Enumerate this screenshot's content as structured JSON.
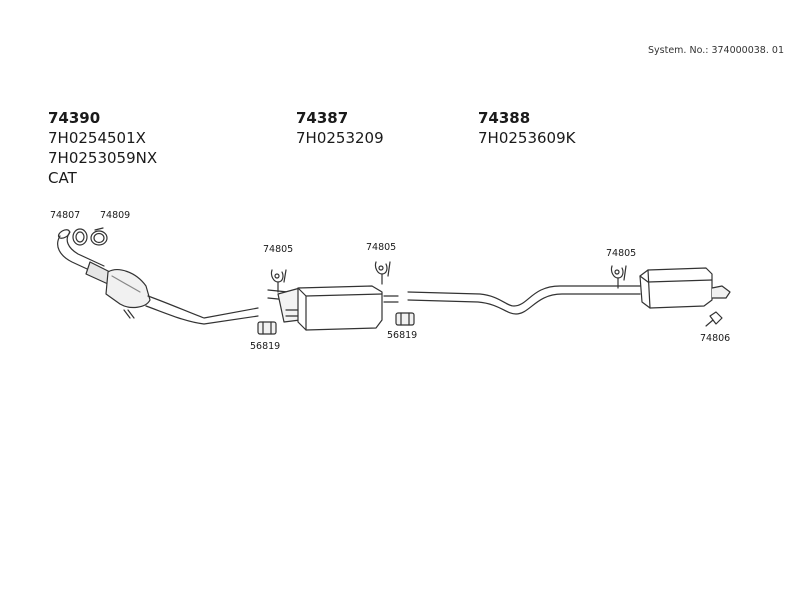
{
  "system_number": "System. No.: 374000038. 01",
  "groups": [
    {
      "part_number": "74390",
      "codes": [
        "7H0254501X",
        "7H0253059NX",
        "CAT"
      ]
    },
    {
      "part_number": "74387",
      "codes": [
        "7H0253209"
      ]
    },
    {
      "part_number": "74388",
      "codes": [
        "7H0253609K"
      ]
    }
  ],
  "part_labels": {
    "gasket": "74807",
    "clamp_front": "74809",
    "hanger_a": "74805",
    "hanger_b": "74805",
    "hanger_c": "74805",
    "sleeve_a": "56819",
    "sleeve_b": "56819",
    "rear_mount": "74806"
  }
}
